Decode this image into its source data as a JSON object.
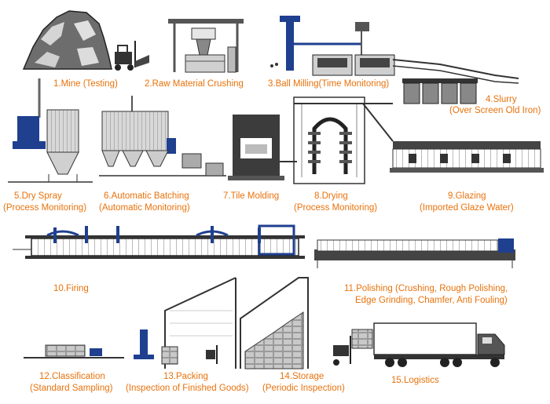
{
  "accent_color": "#e8720c",
  "ink_color": "#2a2a2a",
  "machine_blue": "#1f3f8f",
  "steps": [
    {
      "label": "1.Mine (Testing)",
      "sub": ""
    },
    {
      "label": "2.Raw Material Crushing",
      "sub": ""
    },
    {
      "label": "3.Ball Milling(Time Monitoring)",
      "sub": ""
    },
    {
      "label": "4.Slurry",
      "sub": "(Over Screen Old Iron)"
    },
    {
      "label": "5.Dry Spray",
      "sub": "(Process Monitoring)"
    },
    {
      "label": "6.Automatic Batching",
      "sub": "(Automatic Monitoring)"
    },
    {
      "label": "7.Tile Molding",
      "sub": ""
    },
    {
      "label": "8.Drying",
      "sub": "(Process Monitoring)"
    },
    {
      "label": "9.Glazing",
      "sub": "(Imported Glaze Water)"
    },
    {
      "label": "10.Firing",
      "sub": ""
    },
    {
      "label": "11.Polishing (Crushing, Rough Polishing,",
      "sub": "Edge Grinding, Chamfer, Anti Fouling)"
    },
    {
      "label": "12.Classification",
      "sub": "(Standard Sampling)"
    },
    {
      "label": "13.Packing",
      "sub": "(Inspection of Finished Goods)"
    },
    {
      "label": "14.Storage",
      "sub": "(Periodic Inspection)"
    },
    {
      "label": "15.Logistics",
      "sub": ""
    }
  ],
  "icons": [
    "mine-rock-icon",
    "forklift-icon",
    "crusher-icon",
    "ball-mill-icon",
    "slurry-tank-icon",
    "spray-dryer-icon",
    "silo-icon",
    "press-icon",
    "dryer-icon",
    "glazing-line-icon",
    "kiln-icon",
    "polishing-line-icon",
    "warehouse-icon",
    "truck-icon"
  ]
}
